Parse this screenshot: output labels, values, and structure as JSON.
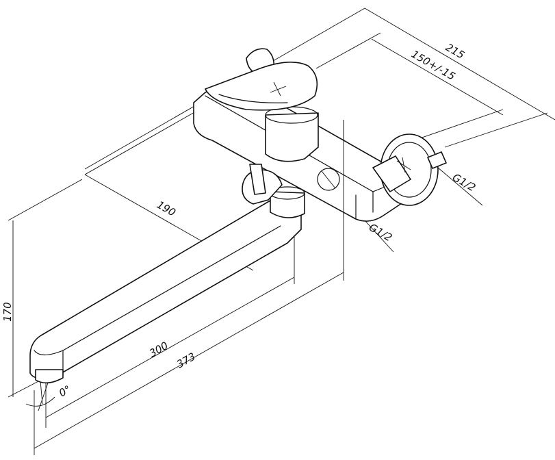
{
  "dimensions": {
    "d215": "215",
    "d150": "150+/-15",
    "d190": "190",
    "d300": "300",
    "d373": "373",
    "d170": "170",
    "angle": "0°",
    "thread_left": "G1/2",
    "thread_right": "G1/2"
  },
  "colors": {
    "line": "#111111",
    "background": "#ffffff"
  }
}
